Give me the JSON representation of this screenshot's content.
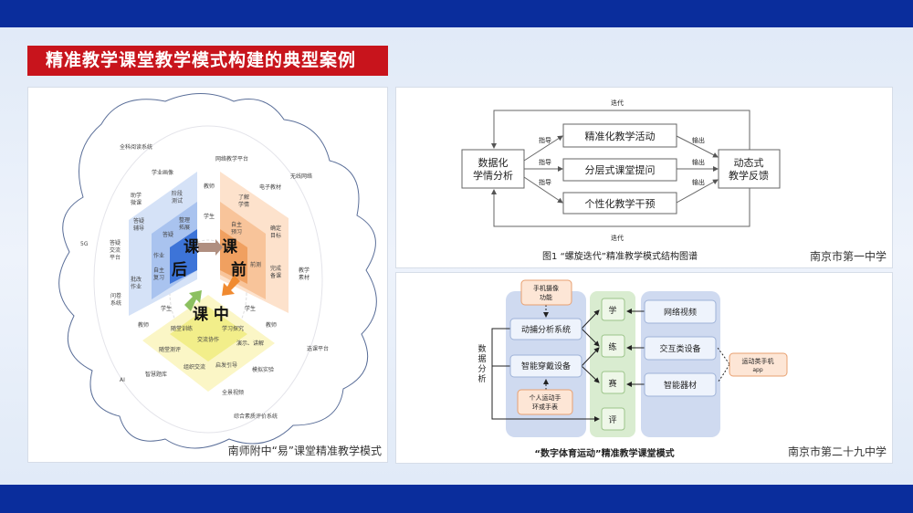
{
  "slide": {
    "title": "精准教学课堂教学模式构建的典型案例"
  },
  "left": {
    "source": "南师附中“易”课堂精准教学模式",
    "center": {
      "after": [
        "课",
        "后"
      ],
      "before": [
        "课",
        "前"
      ],
      "during": "课 中"
    },
    "labels": [
      [
        "全科阅读系统"
      ],
      [
        "网络教学平台"
      ],
      [
        "无线网络"
      ],
      [
        "学业画像"
      ],
      [
        "电子教材"
      ],
      [
        "教师"
      ],
      [
        "助学",
        "微课"
      ],
      [
        "阶段",
        "测试"
      ],
      [
        "了解",
        "学情"
      ],
      [
        "学生"
      ],
      [
        "答疑",
        "辅导"
      ],
      [
        "整理",
        "拓展"
      ],
      [
        "自主",
        "预习"
      ],
      [
        "确定",
        "目标"
      ],
      [
        "答疑"
      ],
      [
        "5G"
      ],
      [
        "答疑",
        "交流",
        "平台"
      ],
      [
        "作业"
      ],
      [
        "前测"
      ],
      [
        "自主",
        "复习"
      ],
      [
        "完成",
        "备课"
      ],
      [
        "教学",
        "素材"
      ],
      [
        "批改",
        "作业"
      ],
      [
        "问卷",
        "系统"
      ],
      [
        "学生"
      ],
      [
        "学生"
      ],
      [
        "教师"
      ],
      [
        "教师"
      ],
      [
        "随堂训练"
      ],
      [
        "学习探究"
      ],
      [
        "交流协作"
      ],
      [
        "演示、讲解"
      ],
      [
        "随堂测评"
      ],
      [
        "选课平台"
      ],
      [
        "智慧题库"
      ],
      [
        "组织交流"
      ],
      [
        "启发引导"
      ],
      [
        "模拟实验"
      ],
      [
        "AI"
      ],
      [
        "全景视频"
      ],
      [
        "综合素质评价系统"
      ]
    ]
  },
  "top_right": {
    "source": "南京市第一中学",
    "caption": "图1 “螺旋迭代”精准教学模式结构图谱",
    "left_box": [
      "数据化",
      "学情分析"
    ],
    "right_box": [
      "动态式",
      "教学反馈"
    ],
    "middle": [
      "精准化教学活动",
      "分层式课堂提问",
      "个性化教学干预"
    ],
    "guide": "指导",
    "output": "输出",
    "iterate": "迭代"
  },
  "bottom_right": {
    "source": "南京市第二十九中学",
    "caption": "“数字体育运动”精准教学课堂模式",
    "data_analysis": [
      "数",
      "据",
      "分",
      "析"
    ],
    "camera": [
      "手机摄像",
      "功能"
    ],
    "mocap": "动捕分析系统",
    "wearable": "智能穿戴设备",
    "band": [
      "个人运动手",
      "环或手表"
    ],
    "stages": [
      "学",
      "练",
      "赛",
      "评"
    ],
    "video": "网络视频",
    "interactive": "交互类设备",
    "equipment": "智能器材",
    "app": [
      "运动类手机",
      "app"
    ]
  },
  "colors": {
    "brand": "#0a2d9c",
    "title_bg": "#c8141c"
  }
}
